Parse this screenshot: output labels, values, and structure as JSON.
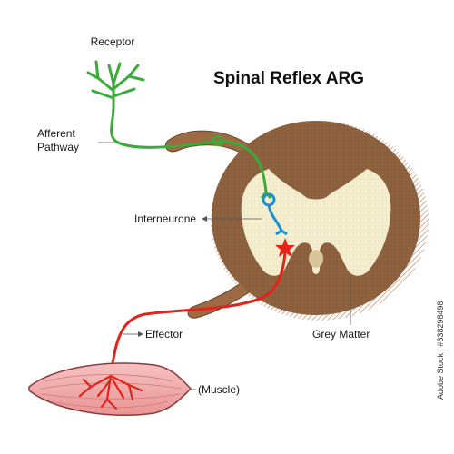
{
  "title": "Spinal Reflex ARG",
  "labels": {
    "receptor": "Receptor",
    "afferent_line1": "Afferent",
    "afferent_line2": "Pathway",
    "interneurone": "Interneurone",
    "effector": "Effector",
    "grey_matter": "Grey Matter",
    "muscle": "(Muscle)"
  },
  "watermark": "Adobe Stock | #638298498",
  "colors": {
    "afferent": "#3bab3a",
    "interneurone": "#1e8fd0",
    "efferent": "#e2231a",
    "white_matter": "#8b5e3c",
    "grey_matter": "#f5efcf",
    "nerve_root": "#9c6b43",
    "muscle": "#f0a7a7"
  }
}
